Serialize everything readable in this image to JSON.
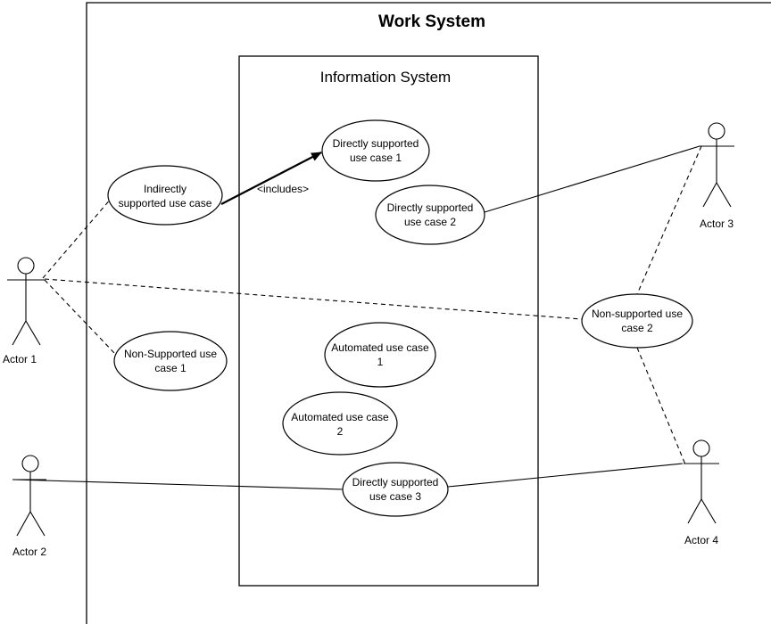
{
  "diagram": {
    "work_system_title": "Work System",
    "information_system_title": "Information System",
    "includes_label": "<includes>",
    "use_cases": {
      "indirectly_supported": [
        "Indirectly",
        "supported use case"
      ],
      "direct_1": [
        "Directly supported",
        "use case 1"
      ],
      "direct_2": [
        "Directly supported",
        "use case 2"
      ],
      "direct_3": [
        "Directly supported",
        "use case 3"
      ],
      "non_supported_1": [
        "Non-Supported use",
        "case 1"
      ],
      "non_supported_2": [
        "Non-supported use",
        "case 2"
      ],
      "automated_1": [
        "Automated use case",
        "1"
      ],
      "automated_2": [
        "Automated use case",
        "2"
      ]
    },
    "actors": {
      "actor_1": "Actor 1",
      "actor_2": "Actor 2",
      "actor_3": "Actor 3",
      "actor_4": "Actor 4"
    }
  }
}
